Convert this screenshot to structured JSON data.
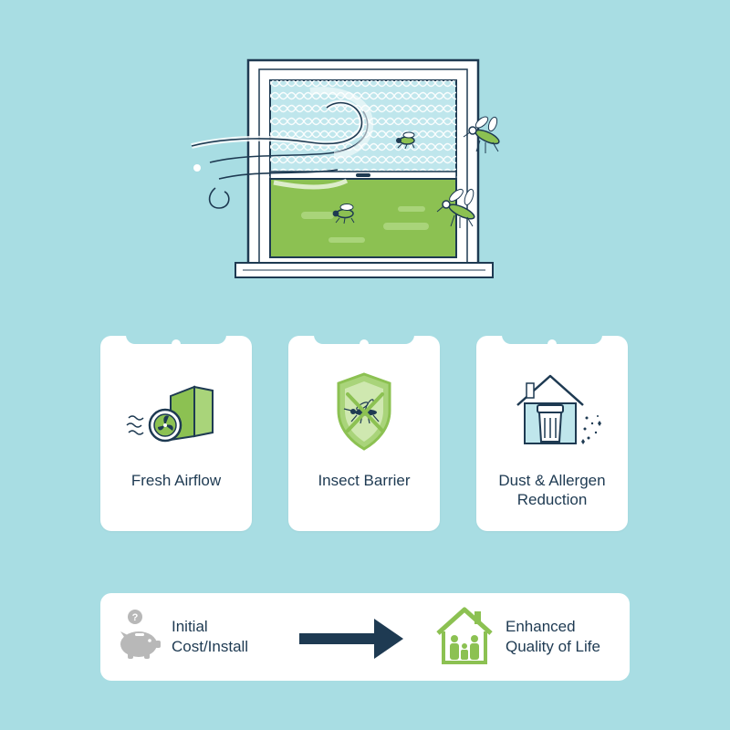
{
  "hero": {
    "icons": [
      "window-icon",
      "screen-mesh-icon",
      "wind-swirl-icon",
      "mosquito-icon",
      "fly-icon"
    ]
  },
  "benefits": [
    {
      "label": "Fresh Airflow",
      "icon": "fan-window-icon"
    },
    {
      "label": "Insect Barrier",
      "icon": "shield-mosquito-icon"
    },
    {
      "label": "Dust & Allergen Reduction",
      "icon": "house-filter-icon"
    }
  ],
  "flow": {
    "cost": {
      "line1": "Initial",
      "line2": "Cost/Install",
      "icon": "piggy-bank-icon"
    },
    "arrow_icon": "arrow-right-icon",
    "result": {
      "line1": "Enhanced",
      "line2": "Quality of Life",
      "icon": "family-house-icon"
    }
  },
  "colors": {
    "background": "#a8dde3",
    "accent_green": "#8cc152",
    "dark_navy": "#1e3a52",
    "card": "#ffffff"
  }
}
